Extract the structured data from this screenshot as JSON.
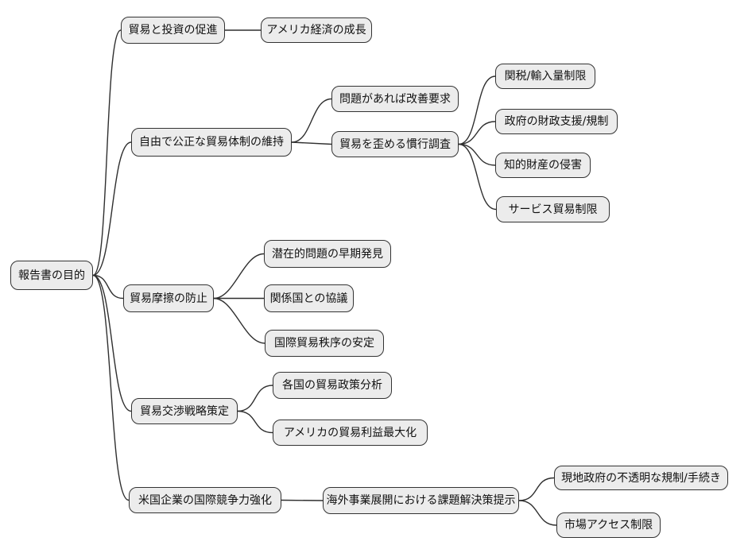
{
  "mindmap": {
    "type": "mindmap",
    "nodes": [
      {
        "id": "root",
        "label": "報告書の目的",
        "parent": null
      },
      {
        "id": "n1",
        "label": "貿易と投資の促進",
        "parent": "root"
      },
      {
        "id": "n1a",
        "label": "アメリカ経済の成長",
        "parent": "n1"
      },
      {
        "id": "n2",
        "label": "自由で公正な貿易体制の維持",
        "parent": "root"
      },
      {
        "id": "n2a",
        "label": "問題があれば改善要求",
        "parent": "n2"
      },
      {
        "id": "n2b",
        "label": "貿易を歪める慣行調査",
        "parent": "n2"
      },
      {
        "id": "n2b1",
        "label": "関税/輸入量制限",
        "parent": "n2b"
      },
      {
        "id": "n2b2",
        "label": "政府の財政支援/規制",
        "parent": "n2b"
      },
      {
        "id": "n2b3",
        "label": "知的財産の侵害",
        "parent": "n2b"
      },
      {
        "id": "n2b4",
        "label": "サービス貿易制限",
        "parent": "n2b"
      },
      {
        "id": "n3",
        "label": "貿易摩擦の防止",
        "parent": "root"
      },
      {
        "id": "n3a",
        "label": "潜在的問題の早期発見",
        "parent": "n3"
      },
      {
        "id": "n3b",
        "label": "関係国との協議",
        "parent": "n3"
      },
      {
        "id": "n3c",
        "label": "国際貿易秩序の安定",
        "parent": "n3"
      },
      {
        "id": "n4",
        "label": "貿易交渉戦略策定",
        "parent": "root"
      },
      {
        "id": "n4a",
        "label": "各国の貿易政策分析",
        "parent": "n4"
      },
      {
        "id": "n4b",
        "label": "アメリカの貿易利益最大化",
        "parent": "n4"
      },
      {
        "id": "n5",
        "label": "米国企業の国際競争力強化",
        "parent": "root"
      },
      {
        "id": "n5a",
        "label": "海外事業展開における課題解決策提示",
        "parent": "n5"
      },
      {
        "id": "n5a1",
        "label": "現地政府の不透明な規制/手続き",
        "parent": "n5a"
      },
      {
        "id": "n5a2",
        "label": "市場アクセス制限",
        "parent": "n5a"
      }
    ],
    "colors": {
      "background": "#ffffff",
      "node_fill": "#ececec",
      "node_border": "#333333",
      "edge": "#2f2f2f",
      "text": "#111111"
    }
  }
}
